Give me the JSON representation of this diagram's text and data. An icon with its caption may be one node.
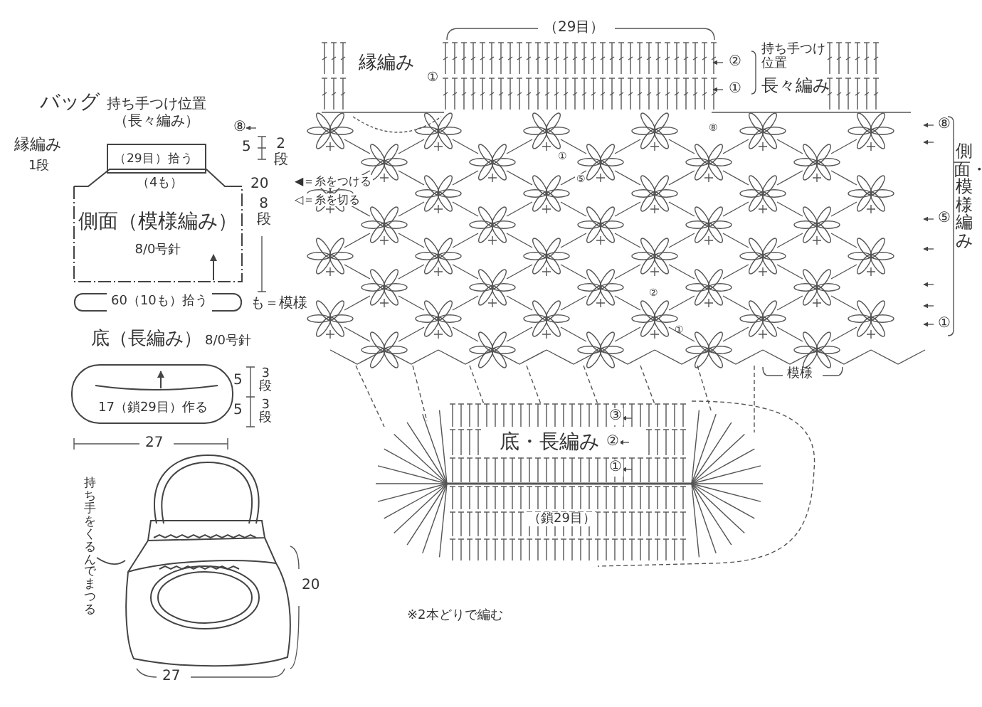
{
  "diagram": {
    "nodes": [
      {
        "text": [
          "持ち手つけ位置（長々編み）",
          "（29目）拾う"
        ]
      },
      {
        "text": [
          "側面（模様編み）",
          "8/0号針"
        ]
      },
      {
        "text": [
          "60（10も）拾う"
        ]
      },
      {
        "text": [
          "底（長編み）",
          "8/0号針",
          "17（鎖29目）作る"
        ]
      },
      {
        "text": [
          "持ち手をくるんでまつる"
        ]
      },
      {
        "text": [],
        "shape": "picture"
      }
    ],
    "edges": [
      {
        "from": 4,
        "to": 5,
        "arrow": "none"
      }
    ],
    "labels": [
      "（29目）",
      "縁編み",
      "①",
      "②",
      "①",
      "持ち手つけ位置",
      "長々編み",
      "バッグ",
      "縁編み",
      "1段",
      "（4も）",
      "⑧",
      "5",
      "2段",
      "◀＝糸をつける",
      "◁＝糸を切る",
      "20",
      "8段",
      "⑧",
      "側面・模様編み",
      "⑤",
      "①",
      "も＝模様",
      "⑧",
      "①",
      "⑤",
      "②",
      "①",
      "模様",
      "③",
      "底・長編み",
      "②",
      "①",
      "（鎖29目）",
      "5",
      "3段",
      "5",
      "3段",
      "27",
      "20",
      "27",
      "※2本どりで編む"
    ]
  }
}
